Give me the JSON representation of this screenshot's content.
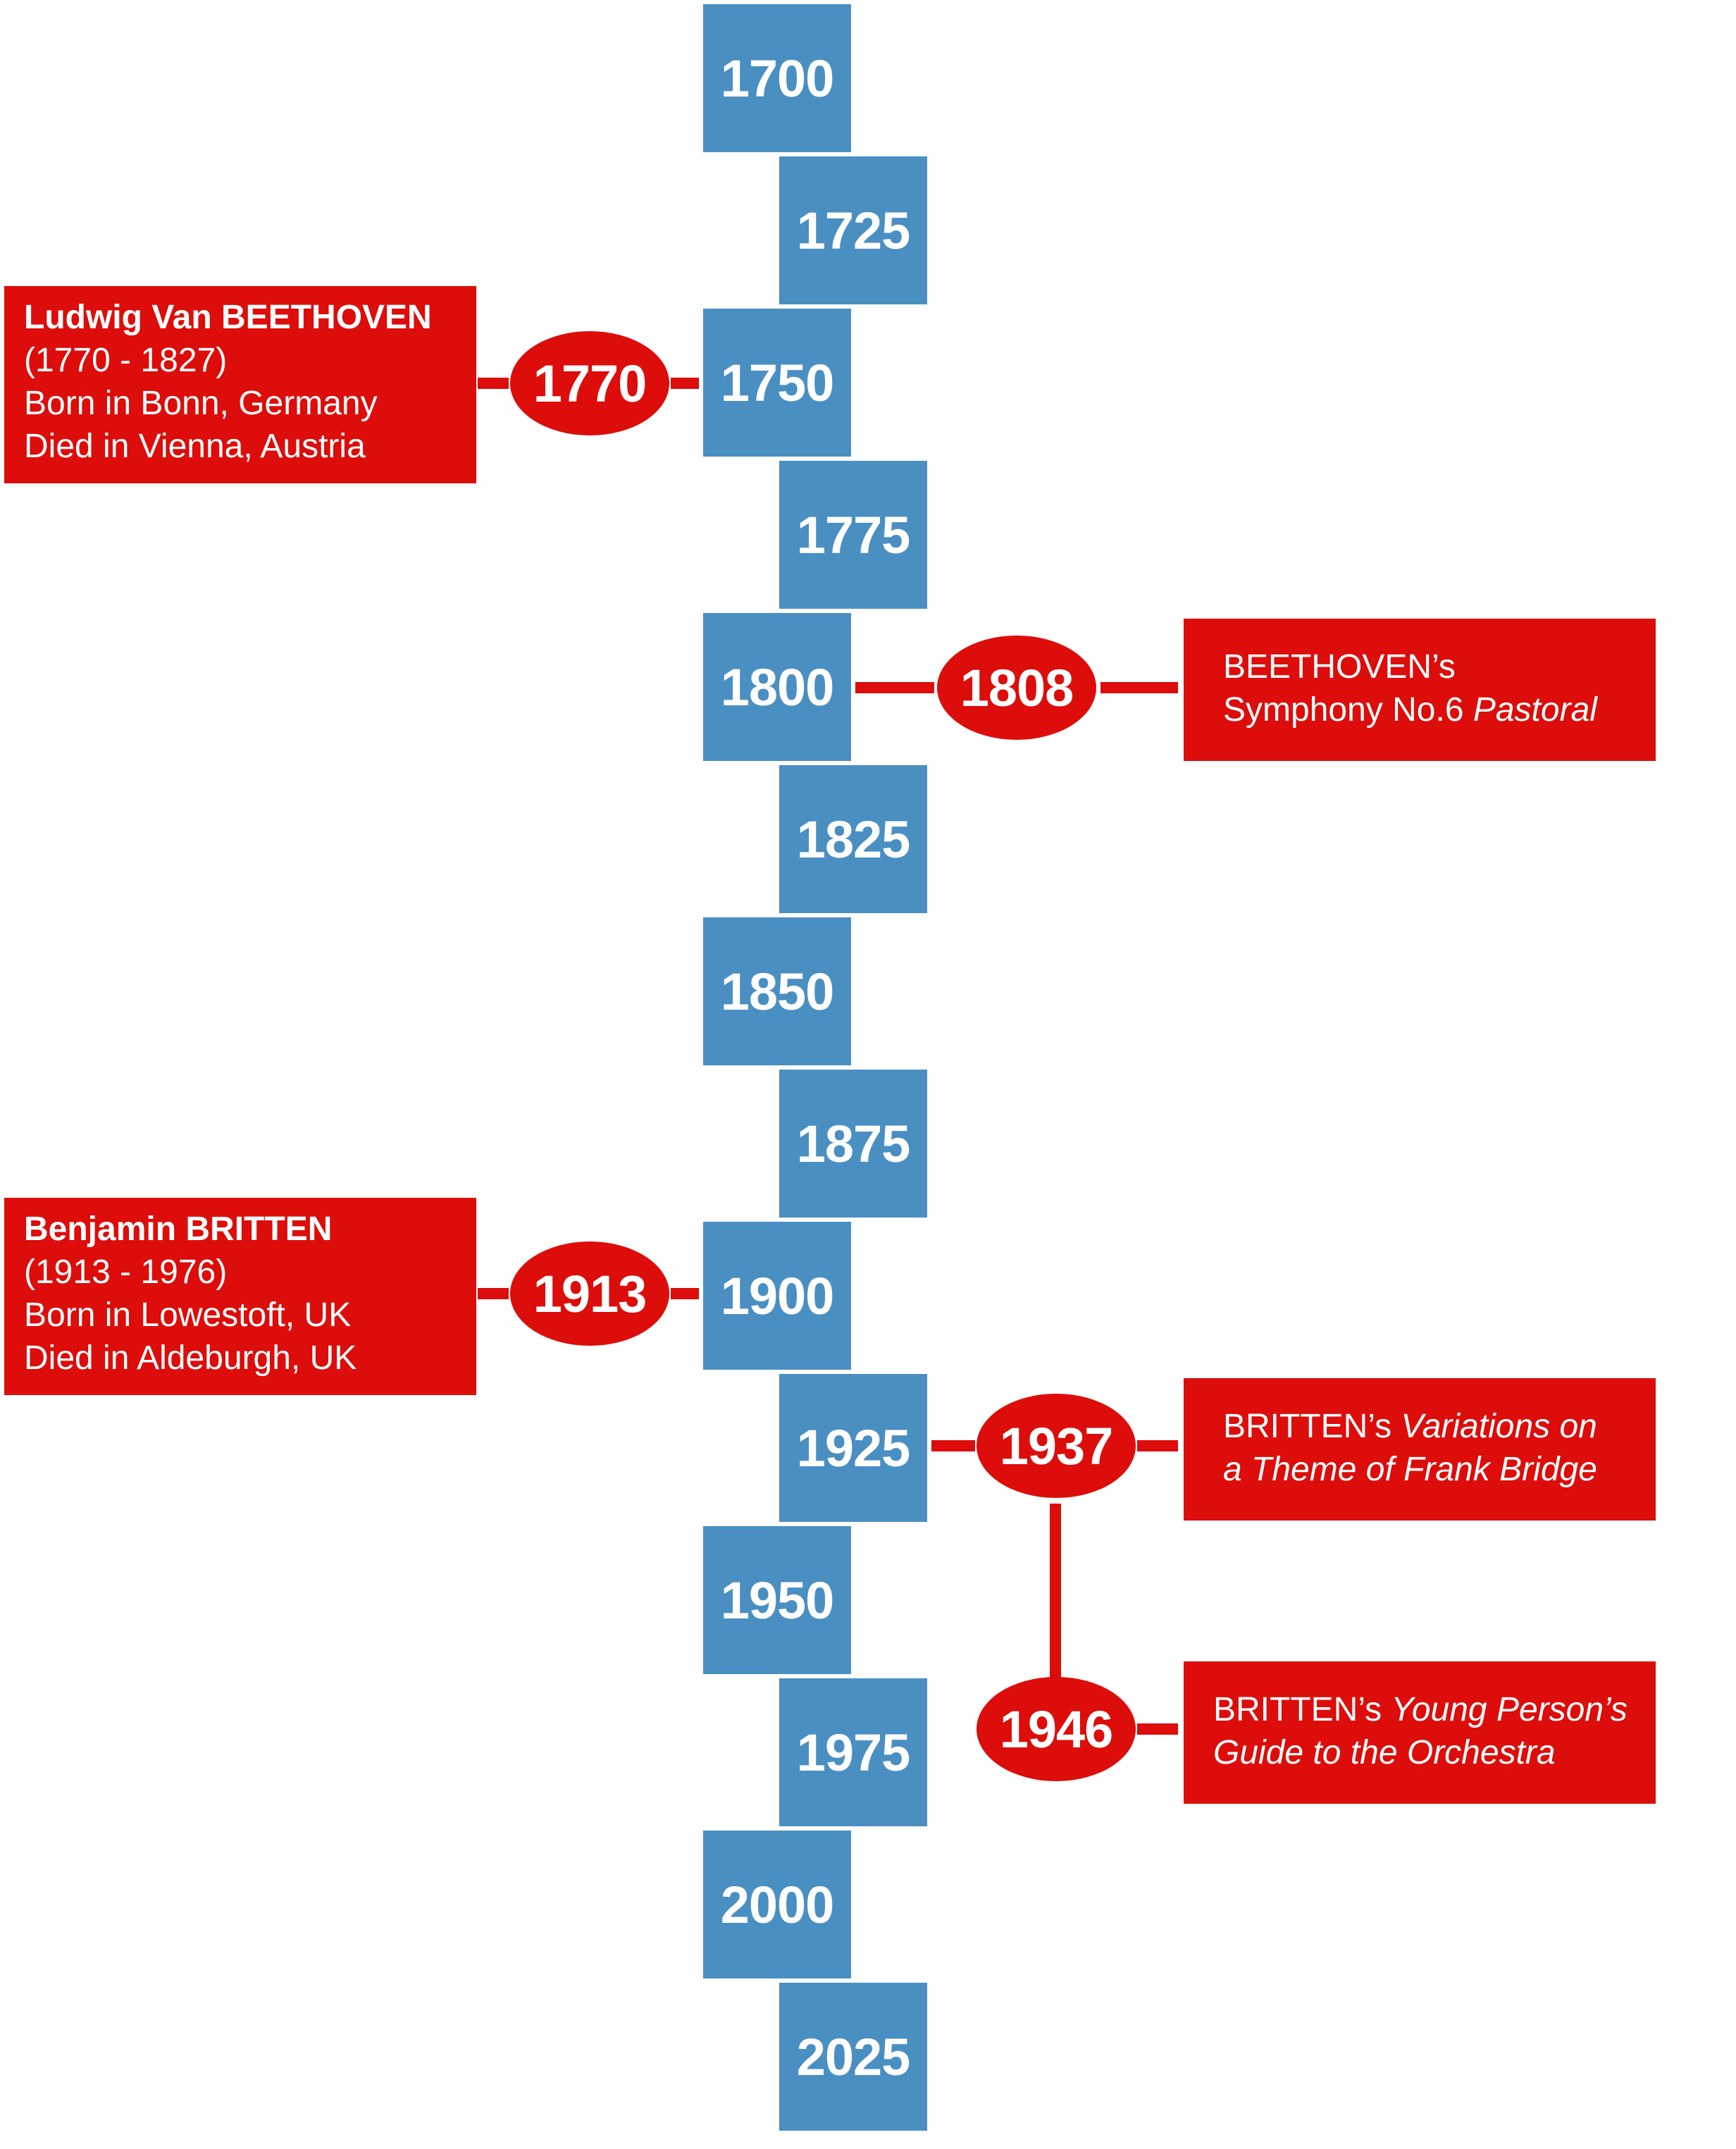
{
  "year_ticks": [
    "1700",
    "1725",
    "1750",
    "1775",
    "1800",
    "1825",
    "1850",
    "1875",
    "1900",
    "1925",
    "1950",
    "1975",
    "2000",
    "2025"
  ],
  "events": [
    {
      "year": "1770"
    },
    {
      "year": "1808"
    },
    {
      "year": "1913"
    },
    {
      "year": "1937"
    },
    {
      "year": "1946"
    }
  ],
  "cards": {
    "beethoven": {
      "name": "Ludwig Van BEETHOVEN",
      "dates": "(1770 - 1827)",
      "born": "Born in Bonn, Germany",
      "died": "Died in Vienna, Austria"
    },
    "britten": {
      "name": "Benjamin BRITTEN",
      "dates": "(1913 - 1976)",
      "born": "Born in Lowestoft, UK",
      "died": "Died in Aldeburgh, UK"
    },
    "pastoral": {
      "line1": "BEETHOVEN’s",
      "line2_plain": "Symphony No.6 ",
      "line2_italic": "Pastoral"
    },
    "variations": {
      "line1_plain": "BRITTEN’s ",
      "line1_italic": "Variations on",
      "line2_italic": "a Theme of Frank Bridge"
    },
    "young_person": {
      "line1_plain": "BRITTEN’s ",
      "line1_italic": "Young Person’s",
      "line2_italic": "Guide to the Orchestra"
    }
  },
  "colors": {
    "year_box": "#4a8fc2",
    "event_red": "#dc0d0a",
    "text": "#ffffff"
  }
}
